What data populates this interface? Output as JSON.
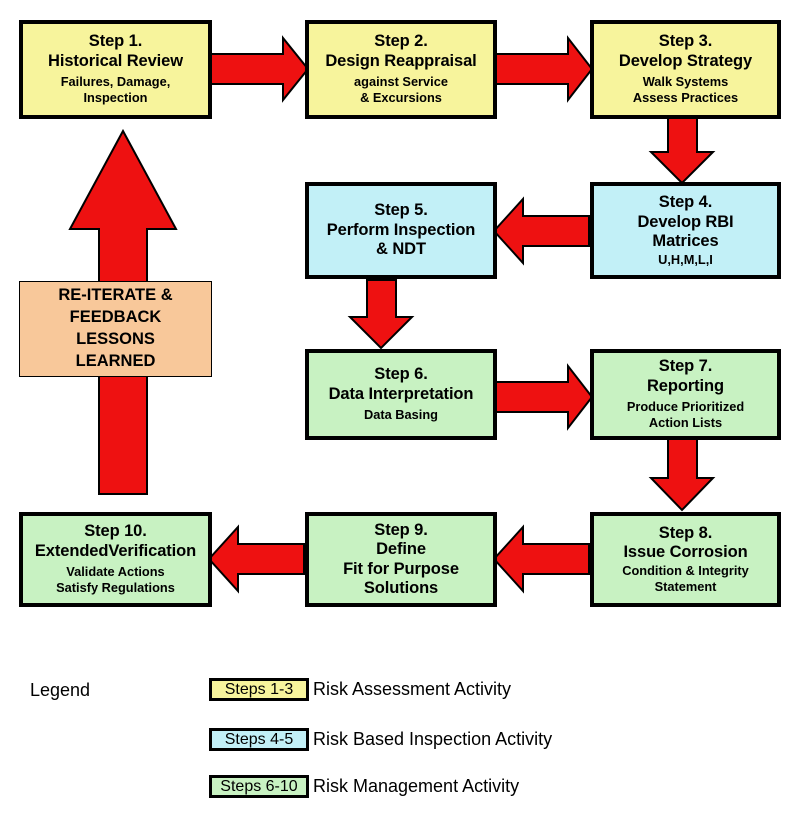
{
  "diagram": {
    "title": "Risk Based Inspection 10-Step Process Flowchart",
    "colors": {
      "risk_assessment": "#f7f49c",
      "risk_based_inspection": "#c2f0f7",
      "risk_management": "#c8f2c2",
      "feedback_box": "#f8c89a",
      "arrow": "#ee1111",
      "border": "#000000"
    },
    "nodes": [
      {
        "id": "step1",
        "title": "Step 1.",
        "subtitle": "Historical Review",
        "details": [
          "Failures, Damage,",
          "Inspection"
        ],
        "group": "risk_assessment"
      },
      {
        "id": "step2",
        "title": "Step 2.",
        "subtitle": "Design Reappraisal",
        "details": [
          "against Service",
          "& Excursions"
        ],
        "group": "risk_assessment"
      },
      {
        "id": "step3",
        "title": "Step 3.",
        "subtitle": "Develop Strategy",
        "details": [
          "Walk Systems",
          "Assess Practices"
        ],
        "group": "risk_assessment"
      },
      {
        "id": "step4",
        "title": "Step 4.",
        "subtitle": "Develop RBI",
        "subtitle2": "Matrices",
        "details": [
          "U,H,M,L,I"
        ],
        "group": "risk_based_inspection"
      },
      {
        "id": "step5",
        "title": "Step 5.",
        "subtitle": "Perform Inspection",
        "subtitle2": "& NDT",
        "details": [],
        "group": "risk_based_inspection"
      },
      {
        "id": "step6",
        "title": "Step 6.",
        "subtitle": "Data Interpretation",
        "details": [
          "Data Basing"
        ],
        "group": "risk_management"
      },
      {
        "id": "step7",
        "title": "Step 7.",
        "subtitle": "Reporting",
        "details": [
          "Produce Prioritized",
          "Action Lists"
        ],
        "group": "risk_management"
      },
      {
        "id": "step8",
        "title": "Step 8.",
        "subtitle": "Issue Corrosion",
        "details": [
          "Condition & Integrity",
          "Statement"
        ],
        "group": "risk_management"
      },
      {
        "id": "step9",
        "title": "Step 9.",
        "subtitle": "Define",
        "subtitle2": "Fit for Purpose",
        "subtitle3": "Solutions",
        "details": [],
        "group": "risk_management"
      },
      {
        "id": "step10",
        "title": "Step 10.",
        "subtitle": "ExtendedVerification",
        "details": [
          "Validate Actions",
          "Satisfy Regulations"
        ],
        "group": "risk_management"
      }
    ],
    "feedback": {
      "lines": [
        "RE-ITERATE  &",
        "FEEDBACK",
        "LESSONS",
        "LEARNED"
      ]
    },
    "legend": {
      "label": "Legend",
      "entries": [
        {
          "swatch": "Steps 1-3",
          "text": "Risk Assessment Activity",
          "group": "risk_assessment"
        },
        {
          "swatch": "Steps 4-5",
          "text": "Risk Based Inspection Activity",
          "group": "risk_based_inspection"
        },
        {
          "swatch": "Steps 6-10",
          "text": "Risk Management Activity",
          "group": "risk_management"
        }
      ]
    }
  }
}
